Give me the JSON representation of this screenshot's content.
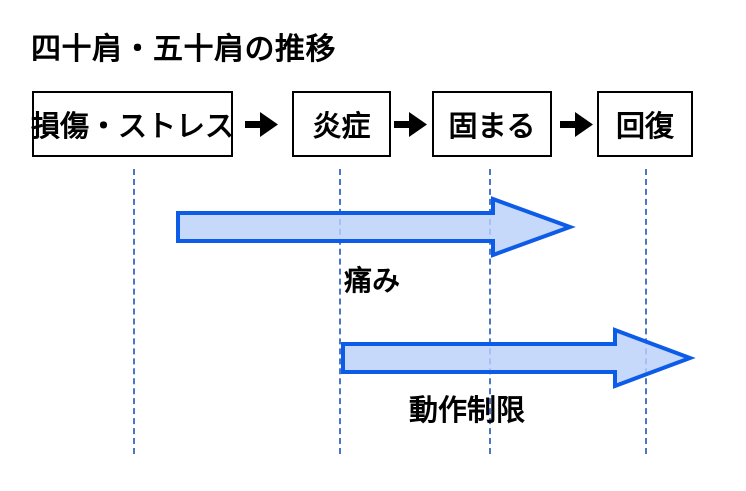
{
  "title": "四十肩・五十肩の推移",
  "stages": [
    {
      "label": "損傷・ストレス"
    },
    {
      "label": "炎症"
    },
    {
      "label": "固まる"
    },
    {
      "label": "回復"
    }
  ],
  "timeline_arrows": [
    {
      "label": "痛み",
      "spans_from": "損傷・ストレス",
      "spans_to": "固まる"
    },
    {
      "label": "動作制限",
      "spans_from": "炎症",
      "spans_to": "回復"
    }
  ],
  "colors": {
    "timeline_arrow_fill": "#b9d1fa",
    "timeline_arrow_stroke": "#0d5ce8",
    "guide_line": "#4a76c8",
    "box_border": "#000000",
    "text": "#000000",
    "background": "#ffffff"
  }
}
